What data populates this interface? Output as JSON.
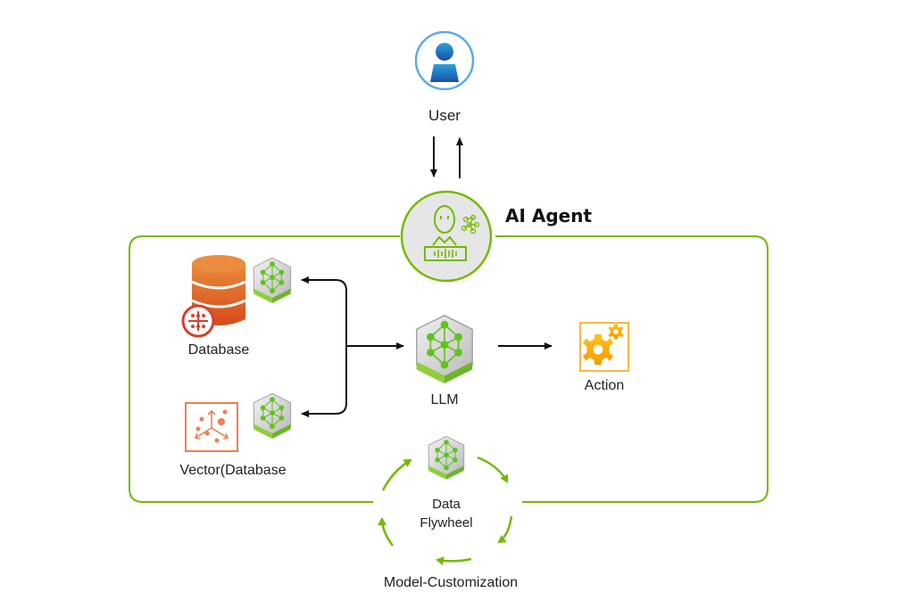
{
  "diagram": {
    "title": "AI Agent",
    "nodes": {
      "user": {
        "label": "User",
        "icon": "user-icon"
      },
      "agent": {
        "label": "AI Agent",
        "icon": "ai-agent-icon"
      },
      "database": {
        "label": "Database",
        "icon": "database-icon"
      },
      "vector_database": {
        "label": "Vector(Database",
        "icon": "vector-database-icon"
      },
      "llm": {
        "label": "LLM",
        "icon": "nim-cube-icon"
      },
      "action": {
        "label": "Action",
        "icon": "gears-icon"
      },
      "data_flywheel": {
        "label_line1": "Data",
        "label_line2": "Flywheel",
        "icon": "nim-cube-icon"
      },
      "model_customization": {
        "label": "Model-Customization"
      }
    },
    "edges": [
      {
        "from": "user",
        "to": "agent",
        "direction": "down"
      },
      {
        "from": "agent",
        "to": "user",
        "direction": "up"
      },
      {
        "from": "llm",
        "to": "database",
        "bidirectional": true
      },
      {
        "from": "llm",
        "to": "vector_database",
        "bidirectional": true
      },
      {
        "from": "llm",
        "to": "action"
      },
      {
        "from": "data_flywheel",
        "to": "data_flywheel",
        "type": "cycle"
      }
    ],
    "colors": {
      "accent_green": "#76b900",
      "user_blue": "#1f63b5",
      "db_orange": "#e0642a",
      "action_orange": "#f5a623",
      "agent_fill": "#e6e6e6"
    }
  }
}
